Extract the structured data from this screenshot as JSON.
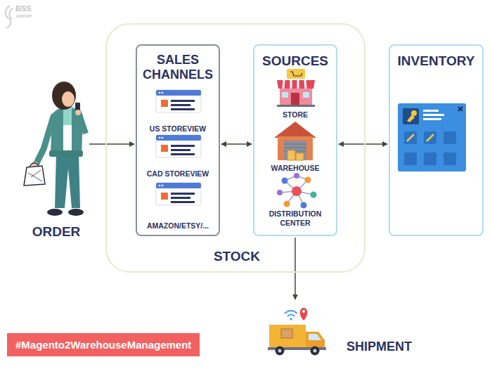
{
  "diagram": {
    "nodes": [
      {
        "text": [
          "ORDER"
        ]
      },
      {
        "text": [
          "STOCK"
        ]
      },
      {
        "text": [
          "SALES CHANNELS",
          "US STOREVIEW",
          "CAD STOREVIEW",
          "AMAZON/ETSY/..."
        ],
        "in": 1
      },
      {
        "text": [
          "SOURCES",
          "STORE",
          "WAREHOUSE",
          "DISTRIBUTION CENTER"
        ],
        "in": 1
      },
      {
        "text": [
          "INVENTORY"
        ]
      },
      {
        "text": [
          "SHIPMENT"
        ]
      }
    ],
    "edges": [
      {
        "from": 0,
        "to": 2,
        "arrow": "to"
      },
      {
        "from": 2,
        "to": 3,
        "arrow": "both"
      },
      {
        "from": 3,
        "to": 4,
        "arrow": "both"
      },
      {
        "from": 3,
        "to": 5,
        "arrow": "to"
      }
    ],
    "labels": [
      "BSS",
      "GROUP",
      "#Magento2WarehouseManagement"
    ]
  }
}
